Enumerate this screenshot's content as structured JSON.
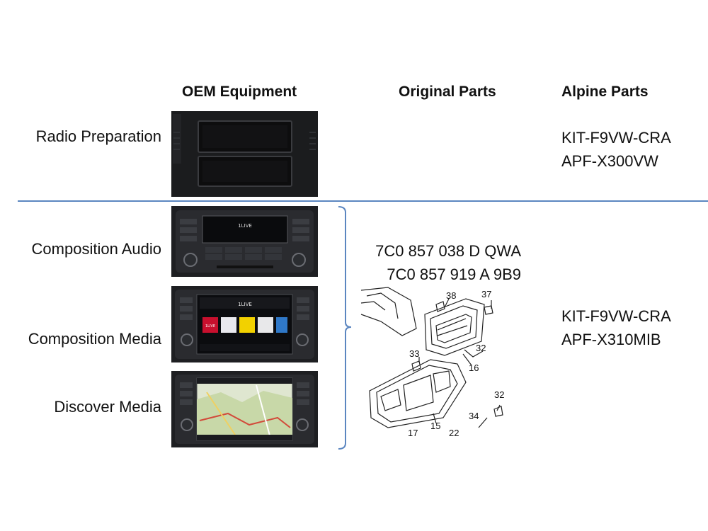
{
  "headers": {
    "oem": "OEM Equipment",
    "original": "Original Parts",
    "alpine": "Alpine Parts"
  },
  "rows": {
    "radio_preparation": {
      "label": "Radio Preparation",
      "alpine_parts": [
        "KIT-F9VW-CRA",
        "APF-X300VW"
      ]
    },
    "composition_audio": {
      "label": "Composition Audio",
      "screen_text": "1LIVE"
    },
    "composition_media": {
      "label": "Composition Media",
      "screen_title": "1LIVE",
      "screen_tile": "1LIVE"
    },
    "discover_media": {
      "label": "Discover Media"
    }
  },
  "original_parts": [
    "7C0 857 038 D QWA",
    "7C0 857 919 A 9B9"
  ],
  "diagram_numbers": {
    "n38": "38",
    "n37": "37",
    "n33": "33",
    "n32a": "32",
    "n16": "16",
    "n32b": "32",
    "n34": "34",
    "n15": "15",
    "n17": "17",
    "n22": "22"
  },
  "alpine_group_parts": [
    "KIT-F9VW-CRA",
    "APF-X310MIB"
  ],
  "colors": {
    "divider": "#5b86c0",
    "brace": "#5b86c0"
  }
}
